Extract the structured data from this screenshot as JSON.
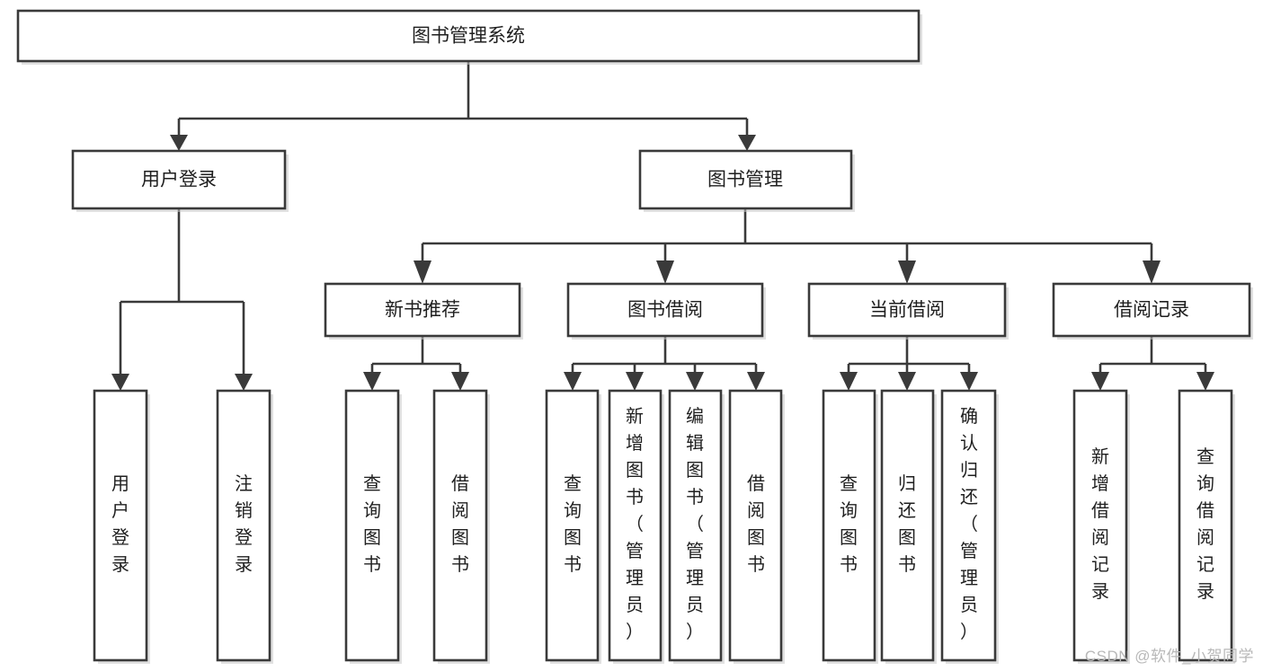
{
  "diagram": {
    "type": "tree-hierarchy-chart",
    "title": "图书管理系统",
    "orientation": "top-down",
    "colors": {
      "box_fill": "#ffffff",
      "box_stroke": "#3a3a3a",
      "text": "#1f1f1f",
      "connector": "#3a3a3a",
      "watermark": "#b8b8b8",
      "background": "#ffffff"
    },
    "watermark": "CSDN @软件_小贺同学",
    "levels": 4,
    "nodes": {
      "root": {
        "label": "图书管理系统",
        "level": 0,
        "orientation": "horizontal"
      },
      "l1": [
        {
          "label": "用户登录",
          "level": 1,
          "orientation": "horizontal"
        },
        {
          "label": "图书管理",
          "level": 1,
          "orientation": "horizontal"
        }
      ],
      "l2": [
        {
          "label": "新书推荐",
          "level": 2,
          "orientation": "horizontal",
          "parent": "图书管理"
        },
        {
          "label": "图书借阅",
          "level": 2,
          "orientation": "horizontal",
          "parent": "图书管理"
        },
        {
          "label": "当前借阅",
          "level": 2,
          "orientation": "horizontal",
          "parent": "图书管理"
        },
        {
          "label": "借阅记录",
          "level": 2,
          "orientation": "horizontal",
          "parent": "图书管理"
        }
      ],
      "leaves": {
        "user_login": [
          {
            "label": "用户登录",
            "orientation": "vertical",
            "parent": "用户登录"
          },
          {
            "label": "注销登录",
            "orientation": "vertical",
            "parent": "用户登录"
          }
        ],
        "new_book": [
          {
            "label": "查询图书",
            "orientation": "vertical",
            "parent": "新书推荐"
          },
          {
            "label": "借阅图书",
            "orientation": "vertical",
            "parent": "新书推荐"
          }
        ],
        "book_borrow": [
          {
            "label": "查询图书",
            "orientation": "vertical",
            "parent": "图书借阅"
          },
          {
            "label": "新增图书（管理员）",
            "orientation": "vertical",
            "parent": "图书借阅"
          },
          {
            "label": "编辑图书（管理员）",
            "orientation": "vertical",
            "parent": "图书借阅"
          },
          {
            "label": "借阅图书",
            "orientation": "vertical",
            "parent": "图书借阅"
          }
        ],
        "current_borrow": [
          {
            "label": "查询图书",
            "orientation": "vertical",
            "parent": "当前借阅"
          },
          {
            "label": "归还图书",
            "orientation": "vertical",
            "parent": "当前借阅"
          },
          {
            "label": "确认归还（管理员）",
            "orientation": "vertical",
            "parent": "当前借阅"
          }
        ],
        "borrow_record": [
          {
            "label": "新增借阅记录",
            "orientation": "vertical",
            "parent": "借阅记录"
          },
          {
            "label": "查询借阅记录",
            "orientation": "vertical",
            "parent": "借阅记录"
          }
        ]
      }
    }
  }
}
